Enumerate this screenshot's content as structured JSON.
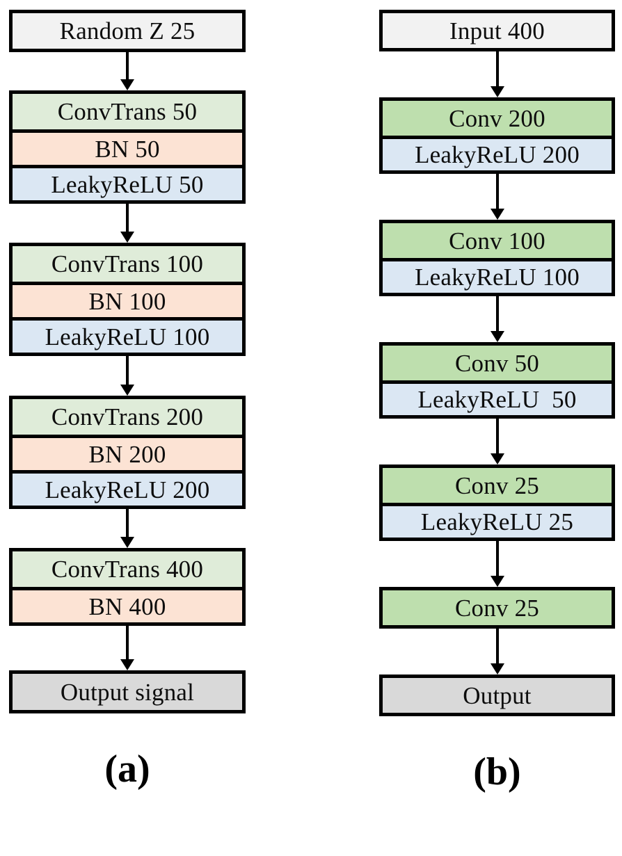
{
  "figure": {
    "colors": {
      "border": "#000000",
      "io_fill": "#f2f2f2",
      "output_fill": "#d9d9d9",
      "green_a": "#dfecd9",
      "green_b": "#bedfae",
      "peach": "#fce3d4",
      "blue": "#dbe7f3",
      "background": "#ffffff"
    },
    "columns": [
      {
        "id": "a",
        "caption": "(a)",
        "blocks": [
          {
            "name": "input-block",
            "rows": [
              {
                "label": "Random Z 25",
                "fill": "io"
              }
            ]
          },
          {
            "name": "convtrans-50-block",
            "rows": [
              {
                "label": "ConvTrans 50",
                "fill": "green-a"
              },
              {
                "label": "BN 50",
                "fill": "peach"
              },
              {
                "label": "LeakyReLU 50",
                "fill": "blue"
              }
            ]
          },
          {
            "name": "convtrans-100-block",
            "rows": [
              {
                "label": "ConvTrans 100",
                "fill": "green-a"
              },
              {
                "label": "BN 100",
                "fill": "peach"
              },
              {
                "label": "LeakyReLU 100",
                "fill": "blue"
              }
            ]
          },
          {
            "name": "convtrans-200-block",
            "rows": [
              {
                "label": "ConvTrans 200",
                "fill": "green-a"
              },
              {
                "label": "BN 200",
                "fill": "peach"
              },
              {
                "label": "LeakyReLU 200",
                "fill": "blue"
              }
            ]
          },
          {
            "name": "convtrans-400-block",
            "rows": [
              {
                "label": "ConvTrans 400",
                "fill": "green-a"
              },
              {
                "label": "BN 400",
                "fill": "peach"
              }
            ]
          },
          {
            "name": "output-block",
            "rows": [
              {
                "label": "Output signal",
                "fill": "output"
              }
            ]
          }
        ]
      },
      {
        "id": "b",
        "caption": "(b)",
        "blocks": [
          {
            "name": "input-block",
            "rows": [
              {
                "label": "Input 400",
                "fill": "io"
              }
            ]
          },
          {
            "name": "conv-200-block",
            "rows": [
              {
                "label": "Conv 200",
                "fill": "green-b"
              },
              {
                "label": "LeakyReLU 200",
                "fill": "blue"
              }
            ]
          },
          {
            "name": "conv-100-block",
            "rows": [
              {
                "label": "Conv 100",
                "fill": "green-b"
              },
              {
                "label": "LeakyReLU 100",
                "fill": "blue"
              }
            ]
          },
          {
            "name": "conv-50-block",
            "rows": [
              {
                "label": "Conv 50",
                "fill": "green-b"
              },
              {
                "label": "LeakyReLU  50",
                "fill": "blue"
              }
            ]
          },
          {
            "name": "conv-25-block",
            "rows": [
              {
                "label": "Conv 25",
                "fill": "green-b"
              },
              {
                "label": "LeakyReLU 25",
                "fill": "blue"
              }
            ]
          },
          {
            "name": "conv-25-final-block",
            "rows": [
              {
                "label": "Conv 25",
                "fill": "green-b"
              }
            ]
          },
          {
            "name": "output-block",
            "rows": [
              {
                "label": "Output",
                "fill": "output"
              }
            ]
          }
        ]
      }
    ]
  },
  "column_a": {
    "caption": "(a)",
    "b0_r0": "Random Z 25",
    "b1_r0": "ConvTrans 50",
    "b1_r1": "BN 50",
    "b1_r2": "LeakyReLU 50",
    "b2_r0": "ConvTrans 100",
    "b2_r1": "BN 100",
    "b2_r2": "LeakyReLU 100",
    "b3_r0": "ConvTrans 200",
    "b3_r1": "BN 200",
    "b3_r2": "LeakyReLU 200",
    "b4_r0": "ConvTrans 400",
    "b4_r1": "BN 400",
    "b5_r0": "Output signal"
  },
  "column_b": {
    "caption": "(b)",
    "b0_r0": "Input 400",
    "b1_r0": "Conv 200",
    "b1_r1": "LeakyReLU 200",
    "b2_r0": "Conv 100",
    "b2_r1": "LeakyReLU 100",
    "b3_r0": "Conv 50",
    "b3_r1": "LeakyReLU  50",
    "b4_r0": "Conv 25",
    "b4_r1": "LeakyReLU 25",
    "b5_r0": "Conv 25",
    "b6_r0": "Output"
  }
}
